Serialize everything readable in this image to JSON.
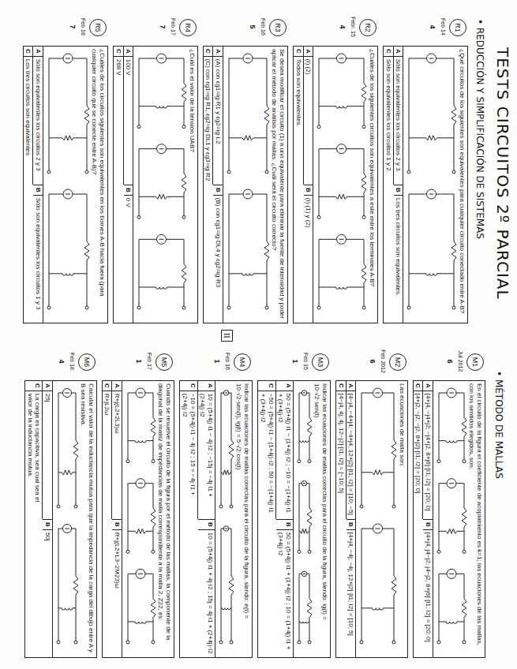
{
  "diagram": {
    "title": "TESTS CIRCUITOS 2º PARCIAL",
    "nodes": [
      {
        "text": [
          "¿Qué circuitos de los siguientes son equivalentes para cualquier circuito conectado entre A-B?"
        ]
      },
      {
        "text": [
          "A",
          "Sólo son equivalentes los circuitos 2 y 3."
        ],
        "in": 0
      },
      {
        "text": [
          "B",
          "Los tres circuitos son equivalentes."
        ],
        "in": 0
      },
      {
        "text": [
          "C",
          "Sólo son equivalentes los circuitos 1 y 2."
        ],
        "in": 0
      },
      {
        "text": [
          "¿Cuáles de los siguientes circuitos son equivalentes a este entre los terminales A-B?"
        ]
      },
      {
        "text": [
          "A",
          "(I) (2)"
        ],
        "in": 4
      },
      {
        "text": [
          "B",
          "(I) (1) y (2)"
        ],
        "in": 4
      },
      {
        "text": [
          "C",
          "Todos son equivalentes."
        ],
        "in": 4
      },
      {
        "text": [
          "Se desea modificar el circuito (1) a uno equivalente para eliminar la fuente de intensidad y poder aplicar el método de análisis por mallas. ¿Cuál será el circuito correcto?"
        ]
      },
      {
        "text": [
          "A",
          "(A) con εg1=ig·R1 y εg2=ig·L2"
        ],
        "in": 8
      },
      {
        "text": [
          "B",
          "(B) con εg1=ig·DL4 y εg2=ig·R3"
        ],
        "in": 8
      },
      {
        "text": [
          "C",
          "(C) con εg1=ig·R1, εg2=ig·DL1 y εg3=ig·R2"
        ],
        "in": 8
      },
      {
        "text": [
          "¿Cuál es el valor de la tensión UAB?"
        ]
      },
      {
        "text": [
          "A",
          "100 V"
        ],
        "in": 12
      },
      {
        "text": [
          "B",
          "0 V"
        ],
        "in": 12
      },
      {
        "text": [
          "C",
          "268 V"
        ],
        "in": 12
      },
      {
        "text": [
          "¿Cuáles de los circuitos siguientes son equivalentes en los bornes A-B hacia fuera (para cualquier circuito que se conecte entre A-B)?"
        ]
      },
      {
        "text": [
          "A",
          "Sólo son equivalentes los circuitos 2 y 3"
        ],
        "in": 16
      },
      {
        "text": [
          "B",
          "Sólo son equivalentes los circuitos 1 y 3"
        ],
        "in": 16
      },
      {
        "text": [
          "C",
          "Los tres circuitos son equivalentes"
        ],
        "in": 16
      },
      {
        "text": [
          "En el circuito de la figura el coeficiente de acoplamiento es k=1; las ecuaciones de las mallas, con los sentidos elegidos, son:"
        ]
      },
      {
        "text": [
          "A",
          "[4+j4, −j4+j2; −j4+j2, 8+j6]·[I1; I2] = [20; 0]"
        ],
        "in": 20
      },
      {
        "text": [
          "B",
          "[4+j4, j4−j2; j4−j2, 8+j6]·[I1; I2] = [20; 0]"
        ],
        "in": 20
      },
      {
        "text": [
          "C",
          "[4+j2, −j2; −j2, 8+j2]·[I1; I2] = [20; 0]"
        ],
        "in": 20
      },
      {
        "text": [
          "Las ecuaciones de malla son:"
        ]
      },
      {
        "text": [
          "A",
          "[4−j4, −4+j4; −4+j4, 12+j2]·[I1; I2] = [10; −5]"
        ],
        "in": 24
      },
      {
        "text": [
          "B",
          "[4+j4, −4j; −4j, 12+j2]·[I1; I2] = [10; 5]"
        ],
        "in": 24
      },
      {
        "text": [
          "C",
          "[4−j4, 4j; 4j, 12−j2]·[I1; I2] = [−10; 5]"
        ],
        "in": 24
      },
      {
        "text": [
          "Indicar las ecuaciones de mallas correctas para el circuito de la figura, siendo: ig(t) = 10·√2·sen(t)"
        ]
      },
      {
        "text": [
          "A",
          "50 = (5+4j)·I1 − (1+4j)·I2 ; −10 = −(1+4j)·I1 + (3+4j)·I2"
        ],
        "in": 28
      },
      {
        "text": [
          "B",
          "50 = (5+4j)·I1 + (1+4j)·I2 ; 10 = (1+4j)·I1 + (3+4j)·I2"
        ],
        "in": 28
      },
      {
        "text": [
          "C",
          "−50 = (5+4j)·I1 − (1+4j)·I2 ; 50 = −(1+4j)·I1 + (3+4j)·I2"
        ],
        "in": 28
      },
      {
        "text": [
          "Indicar las ecuaciones de mallas correctas para el circuito de la figura, siendo: e(t) = 10·√2·sen(t), ig(t) = 5·√2·cos(t)"
        ]
      },
      {
        "text": [
          "A",
          "10 = (5+4j)·I1 − 4j·I2 ; −15j = −4j·I1 + (2+4j)·I2"
        ],
        "in": 32
      },
      {
        "text": [
          "B",
          "10 = (5+4j)·I1 + 4j·I2 ; 15j = 4j·I1 + (2+4j)·I2"
        ],
        "in": 32
      },
      {
        "text": [
          "C",
          "−10 = (5+4j)·I1 − 4j·I2 ; 15 = −4j·I1 + (2+4j)·I2"
        ],
        "in": 32
      },
      {
        "text": [
          "Cuando se resuelve el circuito de la figura por el método de las mallas, la componente de la diagonal de la matriz de impedancias de malla correspondiente a la malla 2, Z22, es:"
        ]
      },
      {
        "text": [
          "A",
          "R+j(L2+2L3)ω"
        ],
        "in": 36
      },
      {
        "text": [
          "B",
          "R+j(L2+L3−2M23)ω"
        ],
        "in": 36
      },
      {
        "text": [
          "C",
          "R+jL2ω"
        ],
        "in": 36
      },
      {
        "text": [
          "Calcular el valor de la inductancia mutua para que la impedancia de la carga del dibujo entre A y B sea resistiva."
        ]
      },
      {
        "text": [
          "A",
          "25j"
        ],
        "in": 40
      },
      {
        "text": [
          "B",
          "50j"
        ],
        "in": 40
      },
      {
        "text": [
          "C",
          "La carga es capacitiva, sea cual sea el valor de la inductancia mutua."
        ],
        "in": 40
      }
    ],
    "labels": [
      "• REDUCCIÓN Y SIMPLIFICACIÓN DE SISTEMAS",
      "• MÉTODO DE MALLAS",
      "R1",
      "Feb 14",
      "4",
      "R2",
      "Febr. 15",
      "4",
      "R3",
      "Feb 16",
      "5",
      "R4",
      "Feb 17",
      "7",
      "R5",
      "Feb 18",
      "7",
      "M1",
      "Jul 2012",
      "6",
      "M2",
      "Feb 2012",
      "6",
      "M3",
      "Feb 15",
      "1",
      "M4",
      "Feb 16",
      "1",
      "M5",
      "Feb 17",
      "1",
      "M6",
      "Feb 18",
      "4",
      "II"
    ]
  }
}
